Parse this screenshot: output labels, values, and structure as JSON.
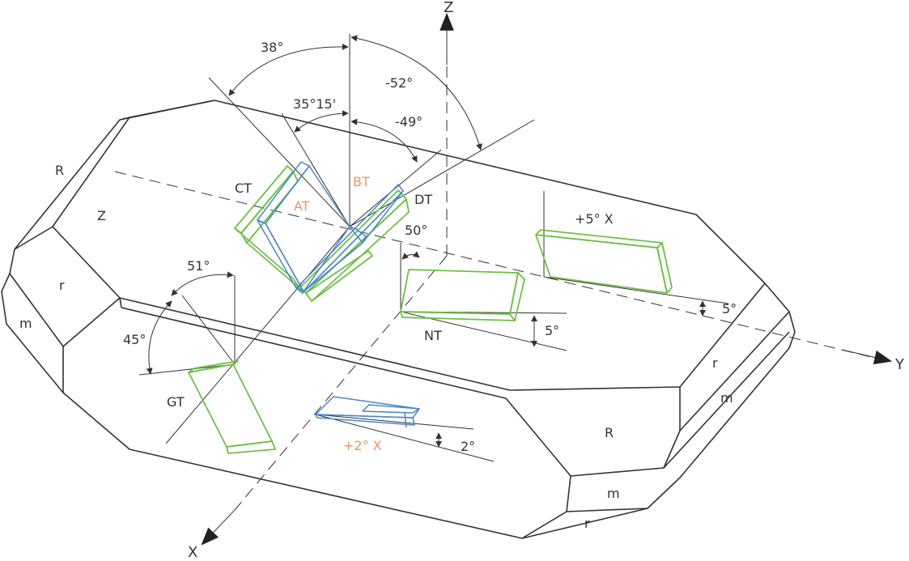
{
  "axes": {
    "z": "Z",
    "y": "Y",
    "x": "X"
  },
  "faces": {
    "r_top_left": "R",
    "z_face": "Z",
    "r_small_left": "r",
    "m_left": "m",
    "r_right_upper": "r",
    "m_right_upper": "m",
    "r_bottom_right": "R",
    "m_bottom": "m",
    "r_bottom": "r"
  },
  "cuts": {
    "ct": "CT",
    "at": "AT",
    "bt": "BT",
    "dt": "DT",
    "nt": "NT",
    "gt": "GT",
    "plus5x": "+5° X",
    "plus2x": "+2° X"
  },
  "angles": {
    "a38": "38°",
    "a3515": "35°15'",
    "a52": "-52°",
    "a49": "-49°",
    "a50": "50°",
    "a51": "51°",
    "a45": "45°",
    "a5_right": "5°",
    "a5_nt": "5°",
    "a2": "2°"
  },
  "colors": {
    "green_cut": "#6dc046",
    "blue_cut": "#4a86c6",
    "orange_label": "#f0935a",
    "line": "#333333"
  }
}
